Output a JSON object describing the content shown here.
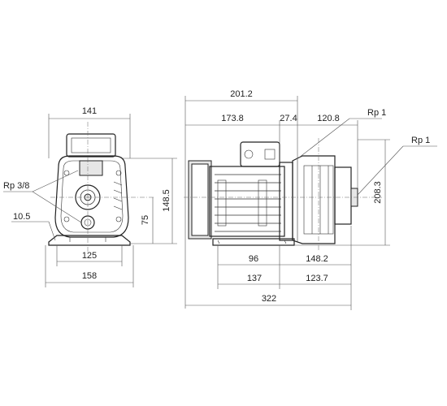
{
  "front_view": {
    "dims": {
      "width_top": "141",
      "height_total": "148.5",
      "shaft_height": "75",
      "foot_inner": "125",
      "foot_outer": "158",
      "foot_thickness": "10.5"
    },
    "ports": {
      "drain": "Rp 3/8"
    }
  },
  "side_view": {
    "dims": {
      "motor_plus_head": "201.2",
      "motor_length": "173.8",
      "terminal_offset": "27.4",
      "inlet_offset": "120.8",
      "outlet_height": "208.3",
      "foot_span": "96",
      "pump_to_foot": "148.2",
      "base_length": "137",
      "pump_length": "123.7",
      "overall_length": "322"
    },
    "ports": {
      "outlet": "Rp 1",
      "inlet": "Rp 1"
    }
  },
  "colors": {
    "line": "#222222",
    "dimension": "#555555",
    "shade": "#e6e6e6"
  }
}
